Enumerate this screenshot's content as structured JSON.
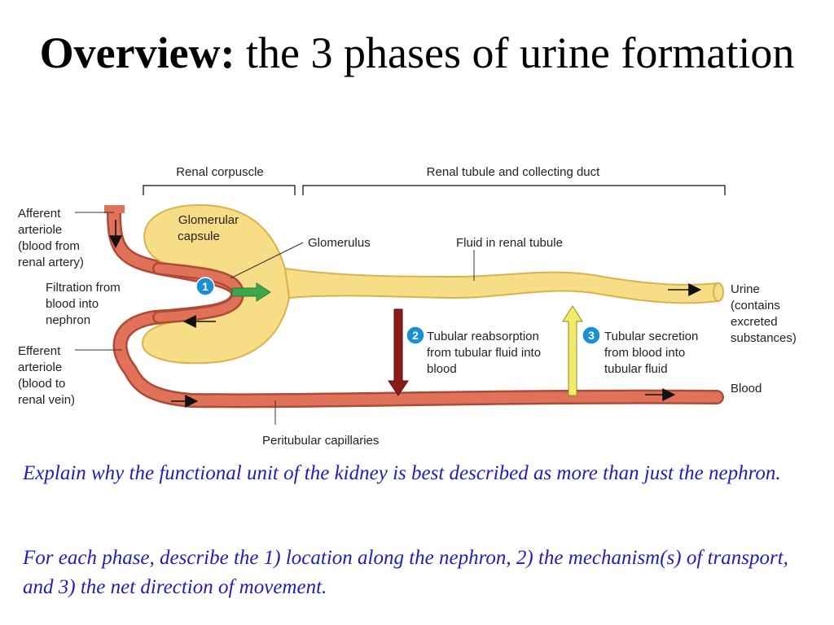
{
  "title": {
    "bold": "Overview:",
    "rest": " the 3 phases of urine formation"
  },
  "diagram": {
    "brackets": {
      "corpuscle": "Renal corpuscle",
      "tubule": "Renal tubule and collecting duct"
    },
    "labels": {
      "afferent": [
        "Afferent",
        "arteriole",
        "(blood from",
        "renal artery)"
      ],
      "glomerular_capsule": [
        "Glomerular",
        "capsule"
      ],
      "glomerulus": "Glomerulus",
      "fluid": "Fluid in renal tubule",
      "filtration": [
        "Filtration from",
        "blood into",
        "nephron"
      ],
      "efferent": [
        "Efferent",
        "arteriole",
        "(blood to",
        "renal vein)"
      ],
      "reabsorption": [
        "Tubular reabsorption",
        "from tubular fluid into",
        "blood"
      ],
      "secretion": [
        "Tubular secretion",
        "from blood into",
        "tubular fluid"
      ],
      "urine": [
        "Urine",
        "(contains",
        "excreted",
        "substances)"
      ],
      "blood": "Blood",
      "peritubular": "Peritubular capillaries"
    },
    "step_numbers": [
      "1",
      "2",
      "3"
    ]
  },
  "questions": [
    "Explain why the functional unit of the kidney is best described as more than just the nephron.",
    "For each phase, describe the 1) location along the nephron, 2) the mechanism(s) of transport, and 3) the net direction of movement."
  ],
  "colors": {
    "title": "#000000",
    "question_text": "#1f1fb8",
    "tubule_fill": "#f7dd86",
    "tubule_edge": "#d9b24c",
    "vessel_fill": "#e0725a",
    "vessel_edge": "#b04a35",
    "step_badge": "#1a8fd6",
    "filtration_arrow": "#3ca64a",
    "reabsorption_arrow": "#8b1a1a",
    "secretion_arrow": "#f2ea6a"
  }
}
